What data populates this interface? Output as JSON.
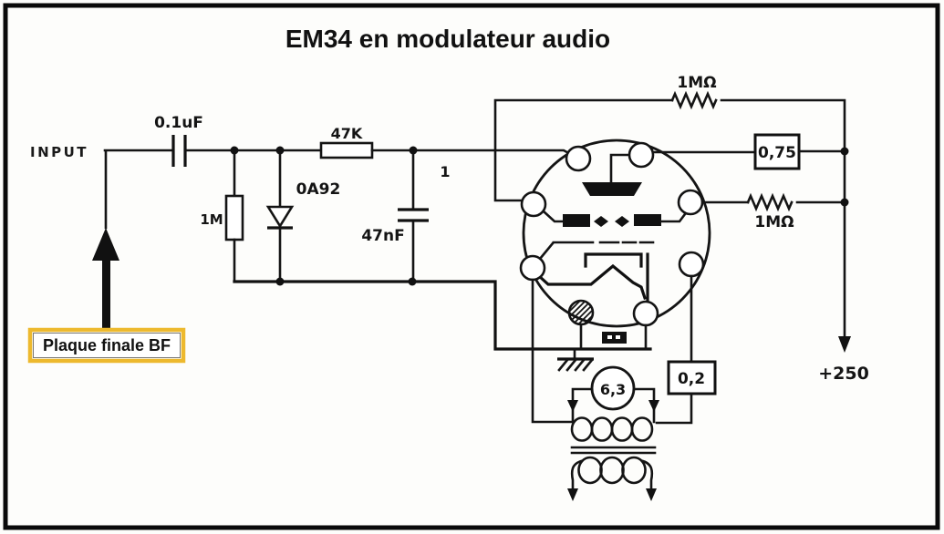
{
  "title": "EM34 en modulateur audio",
  "colors": {
    "ink": "#141414",
    "background": "#fdfdfb",
    "callout_border": "#edb92e"
  },
  "labels": {
    "input": "INPUT",
    "coupling_cap": "0.1uF",
    "series_resistor": "47K",
    "node": "1",
    "shunt_resistor": "1M",
    "diode": "0A92",
    "filter_cap": "47nF",
    "feedback_resistor": "1MΩ",
    "target_box": "0,75",
    "grid_resistor": "1MΩ",
    "anode_box": "0,2",
    "heater_voltage": "6,3",
    "supply": "+250",
    "callout": "Plaque finale BF"
  }
}
